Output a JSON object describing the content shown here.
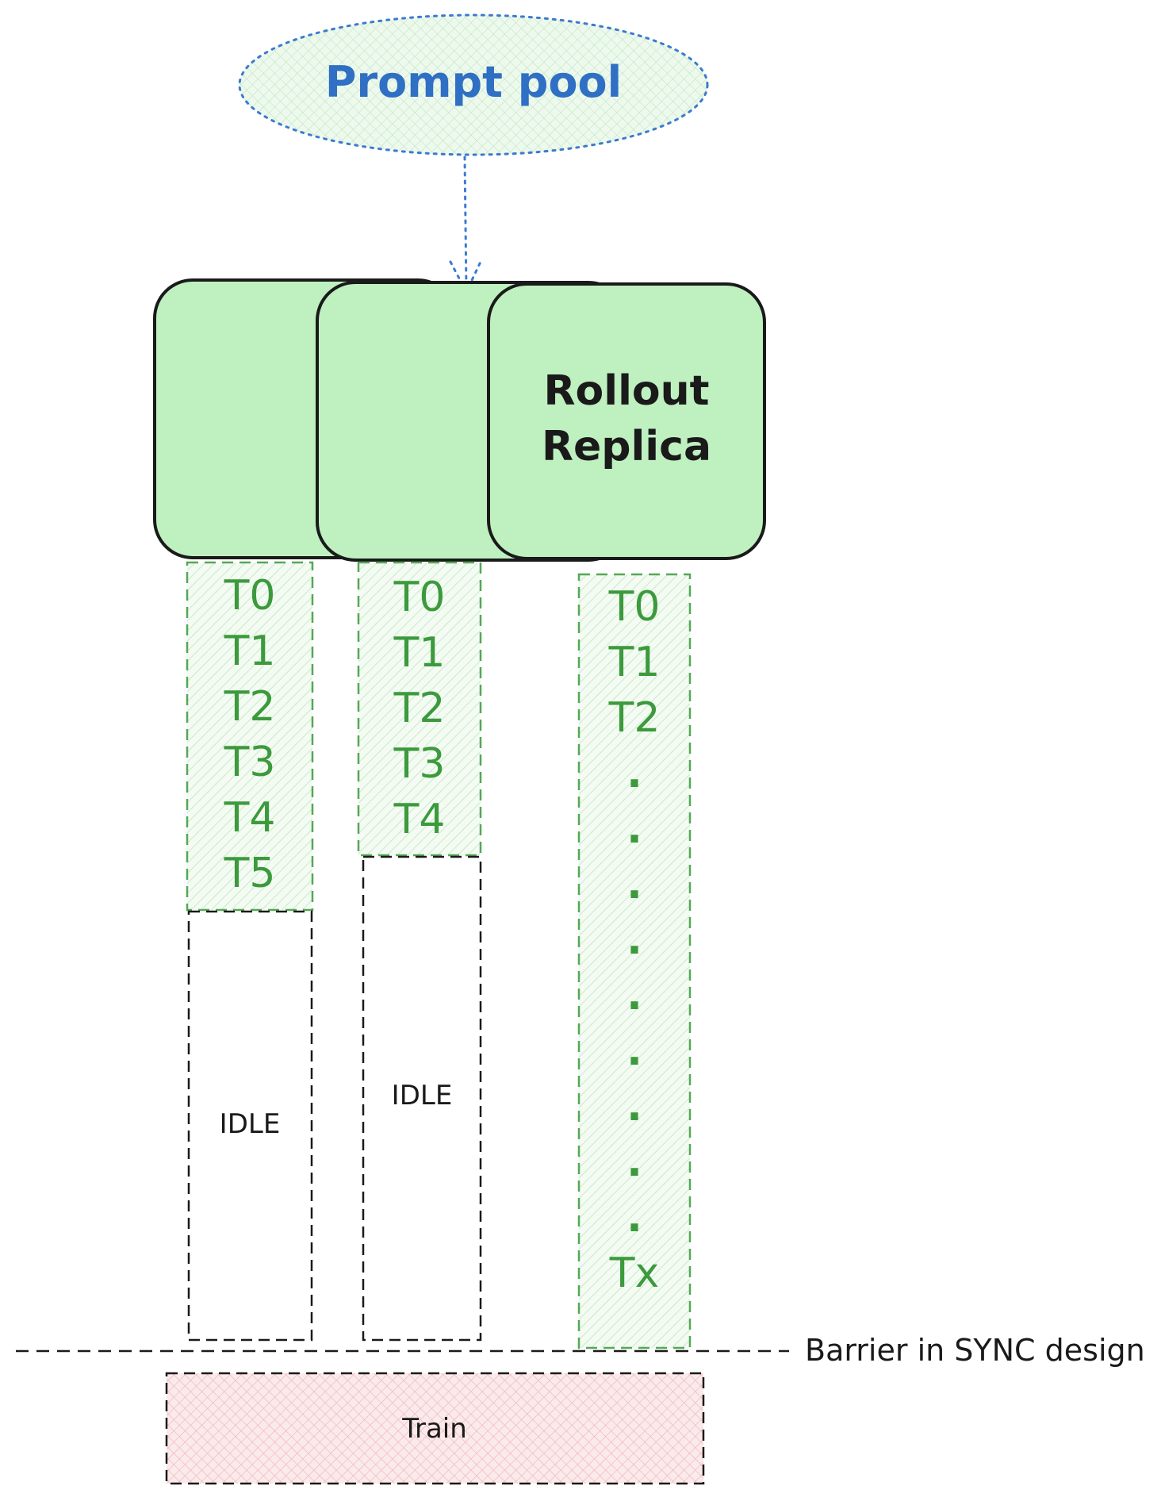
{
  "prompt_pool": {
    "label": "Prompt pool",
    "color": "#2f6fc4"
  },
  "rollout": {
    "line1": "Rollout",
    "line2": "Replica",
    "fill": "#bff0c0"
  },
  "columns": [
    {
      "tasks": [
        "T0",
        "T1",
        "T2",
        "T3",
        "T4",
        "T5"
      ],
      "idle_label": "IDLE"
    },
    {
      "tasks": [
        "T0",
        "T1",
        "T2",
        "T3",
        "T4"
      ],
      "idle_label": "IDLE"
    },
    {
      "tasks": [
        "T0",
        "T1",
        "T2",
        ".",
        ".",
        ".",
        ".",
        ".",
        ".",
        ".",
        ".",
        ".",
        "Tx"
      ]
    }
  ],
  "barrier_label": "Barrier in SYNC design",
  "train_label": "Train",
  "colors": {
    "task_text": "#3c9a3c",
    "task_border": "#55a855",
    "train_fill": "#f6c8cc",
    "ink": "#1a1a1a"
  }
}
